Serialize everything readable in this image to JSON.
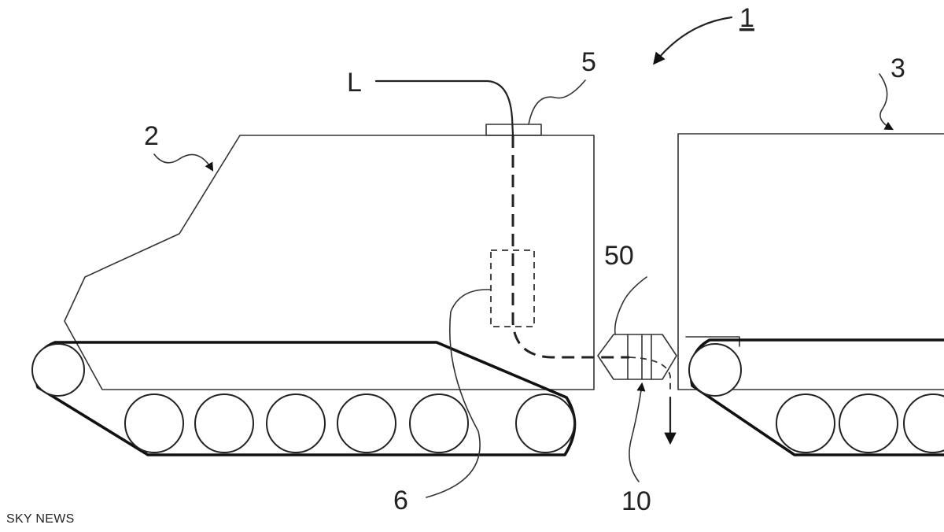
{
  "labels": {
    "assembly": "1",
    "front_vehicle": "2",
    "rear_vehicle": "3",
    "line": "L",
    "inlet": "5",
    "valve": "6",
    "coupling_module": "50",
    "outlet": "10"
  },
  "watermark": "SKY NEWS"
}
